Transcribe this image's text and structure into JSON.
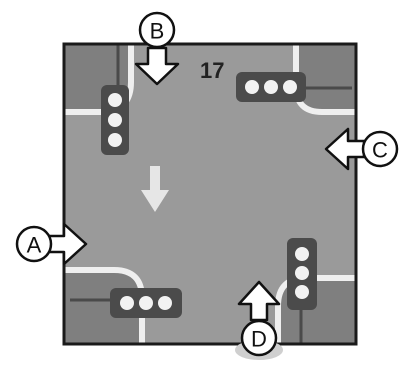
{
  "diagram": {
    "intersection_number": "17",
    "approach_labels": {
      "a": "A",
      "b": "B",
      "c": "C",
      "d": "D"
    },
    "colors": {
      "road": "#9a9a9a",
      "sidewalk": "#7f7f7f",
      "curb": "#efefef",
      "frame": "#1a1a1a",
      "arrow_fill": "#ffffff",
      "signal_housing": "#4b4b4b",
      "signal_lamp": "#f2f2f2",
      "label_stroke": "#111111"
    },
    "icons": [
      "arrow-down-marking",
      "traffic-signal-vertical",
      "traffic-signal-horizontal",
      "approach-arrow"
    ]
  }
}
